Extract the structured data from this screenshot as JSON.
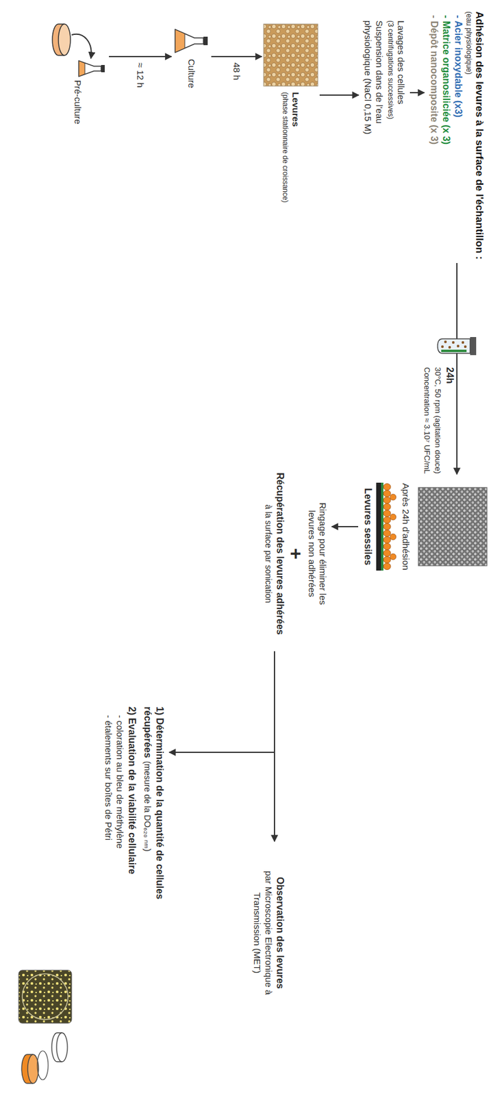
{
  "diagram": {
    "nodes": [
      {
        "text": [
          "Pré-culture"
        ]
      },
      {
        "text": [
          "Culture"
        ]
      },
      {
        "text": [
          "Levures",
          "(phase stationnaire de croissance)"
        ]
      },
      {
        "text": [
          "Lavages des cellules",
          "(3 centrifugations successives)",
          "Suspension dans de l'eau physiologique (NaCl 0,15 M)"
        ]
      },
      {
        "text": [
          "Adhésion des levures à la surface de l'échantillon :",
          "(eau physiologique)",
          "- Acier inoxydable (x3)",
          "- Matrice organosiliciée (x 3)",
          "- Dépôt nanocomposite (x 3)"
        ]
      },
      {
        "text": [
          "Après 24h d'adhésion",
          "Levures sessiles"
        ]
      },
      {
        "text": [
          "Ringage pour éliminer les levures non adhérées",
          "+",
          "Récupération des levures adhérées",
          "à la surface par sonication"
        ]
      },
      {
        "text": [
          "1) Détermination de la quantité de cellules récupérées",
          "(mesure de la DO₆₂₀ ₙₘ)",
          "2) Evaluation de la viabilité cellulaire",
          "- coloration au bleu de méthylène",
          "- étalements sur boîtes de Pétri"
        ]
      },
      {
        "text": [
          "Observation des levures",
          "par Microscopie Electronique à Transmission (MET)"
        ]
      }
    ],
    "edges": [
      {
        "from": 0,
        "to": 1,
        "arrow": "to",
        "label": "≈ 12 h"
      },
      {
        "from": 1,
        "to": 2,
        "arrow": "to",
        "label": "48 h"
      },
      {
        "from": 2,
        "to": 3,
        "arrow": "to"
      },
      {
        "from": 3,
        "to": 4,
        "arrow": "to"
      },
      {
        "from": 4,
        "to": 5,
        "arrow": "to",
        "label": "24h"
      },
      {
        "from": 5,
        "to": 6,
        "arrow": "to"
      },
      {
        "from": 6,
        "to": 7,
        "arrow": "to"
      },
      {
        "from": 6,
        "to": 8,
        "arrow": "to"
      }
    ],
    "labels": [
      "30°C, 50 rpm (agitation douce)",
      "Concentration ≈ 3.10⁷ UFC/mL"
    ]
  }
}
